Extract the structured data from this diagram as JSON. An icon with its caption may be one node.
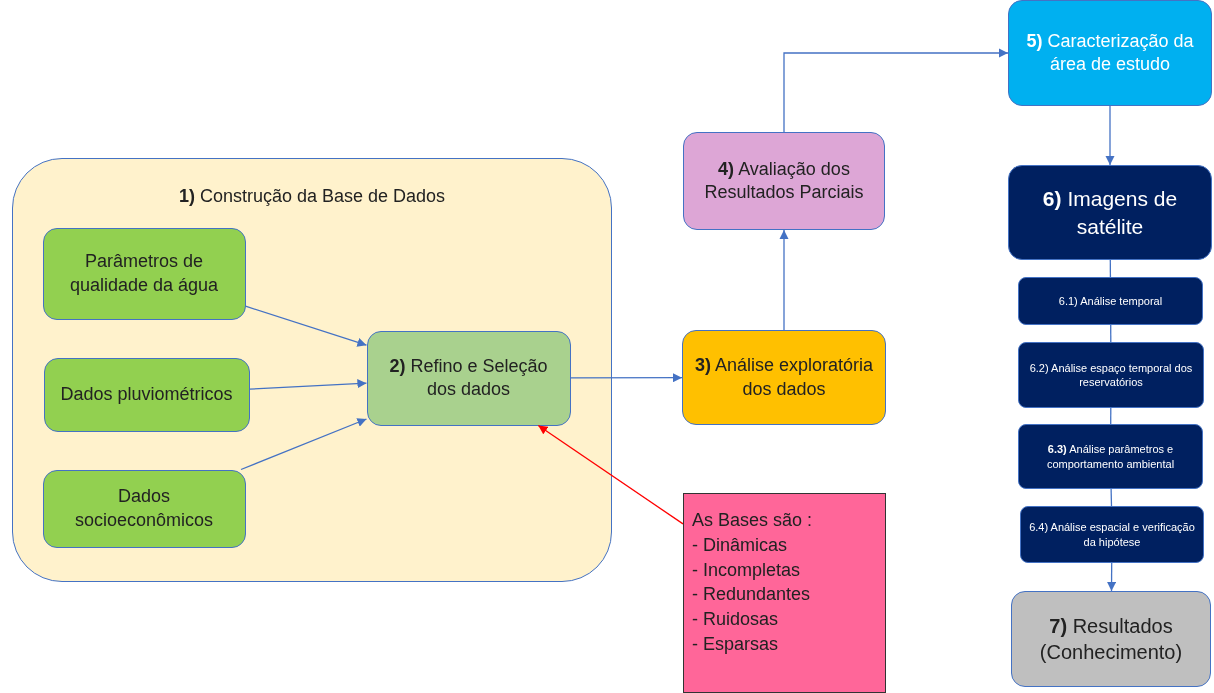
{
  "diagram": {
    "nodes": [
      {
        "text": [
          "**1)** Construção da Base de Dados"
        ]
      },
      {
        "text": [
          "Parâmetros de qualidade da água"
        ],
        "in": 0
      },
      {
        "text": [
          "Dados pluviométricos"
        ],
        "in": 0
      },
      {
        "text": [
          "Dados socioeconômicos"
        ],
        "in": 0
      },
      {
        "text": [
          "**2)** Refino e Seleção dos dados"
        ],
        "in": 0
      },
      {
        "text": [
          "**3)** Análise exploratória dos dados"
        ]
      },
      {
        "text": [
          "**4)** Avaliação dos Resultados Parciais"
        ]
      },
      {
        "text": [
          "**5)** Caracterização da área de estudo"
        ]
      },
      {
        "text": [
          "**6)** Imagens de satélite"
        ]
      },
      {
        "text": [
          "6.1) Análise temporal"
        ]
      },
      {
        "text": [
          "6.2) Análise espaço temporal dos reservatórios"
        ]
      },
      {
        "text": [
          "**6.3)** Análise parâmetros e comportamento ambiental"
        ]
      },
      {
        "text": [
          "6.4) Análise espacial e verificação da hipótese"
        ]
      },
      {
        "text": [
          "**7)** Resultados (Conhecimento)"
        ]
      },
      {
        "text": [
          "As Bases são :",
          "- Dinâmicas",
          "- Incompletas",
          "- Redundantes",
          "- Ruidosas",
          "- Esparsas"
        ]
      }
    ],
    "edges": [
      {
        "from": 1,
        "to": 4,
        "arrow": "to"
      },
      {
        "from": 2,
        "to": 4,
        "arrow": "to"
      },
      {
        "from": 3,
        "to": 4,
        "arrow": "to"
      },
      {
        "from": 4,
        "to": 5,
        "arrow": "to"
      },
      {
        "from": 5,
        "to": 6,
        "arrow": "to"
      },
      {
        "from": 6,
        "to": 7,
        "arrow": "to"
      },
      {
        "from": 7,
        "to": 8,
        "arrow": "to"
      },
      {
        "from": 8,
        "to": 9,
        "arrow": "none"
      },
      {
        "from": 9,
        "to": 10,
        "arrow": "none"
      },
      {
        "from": 10,
        "to": 11,
        "arrow": "none"
      },
      {
        "from": 11,
        "to": 12,
        "arrow": "none"
      },
      {
        "from": 12,
        "to": 13,
        "arrow": "to"
      },
      {
        "from": 14,
        "to": 4,
        "arrow": "to",
        "color": "#ff0000"
      }
    ]
  }
}
